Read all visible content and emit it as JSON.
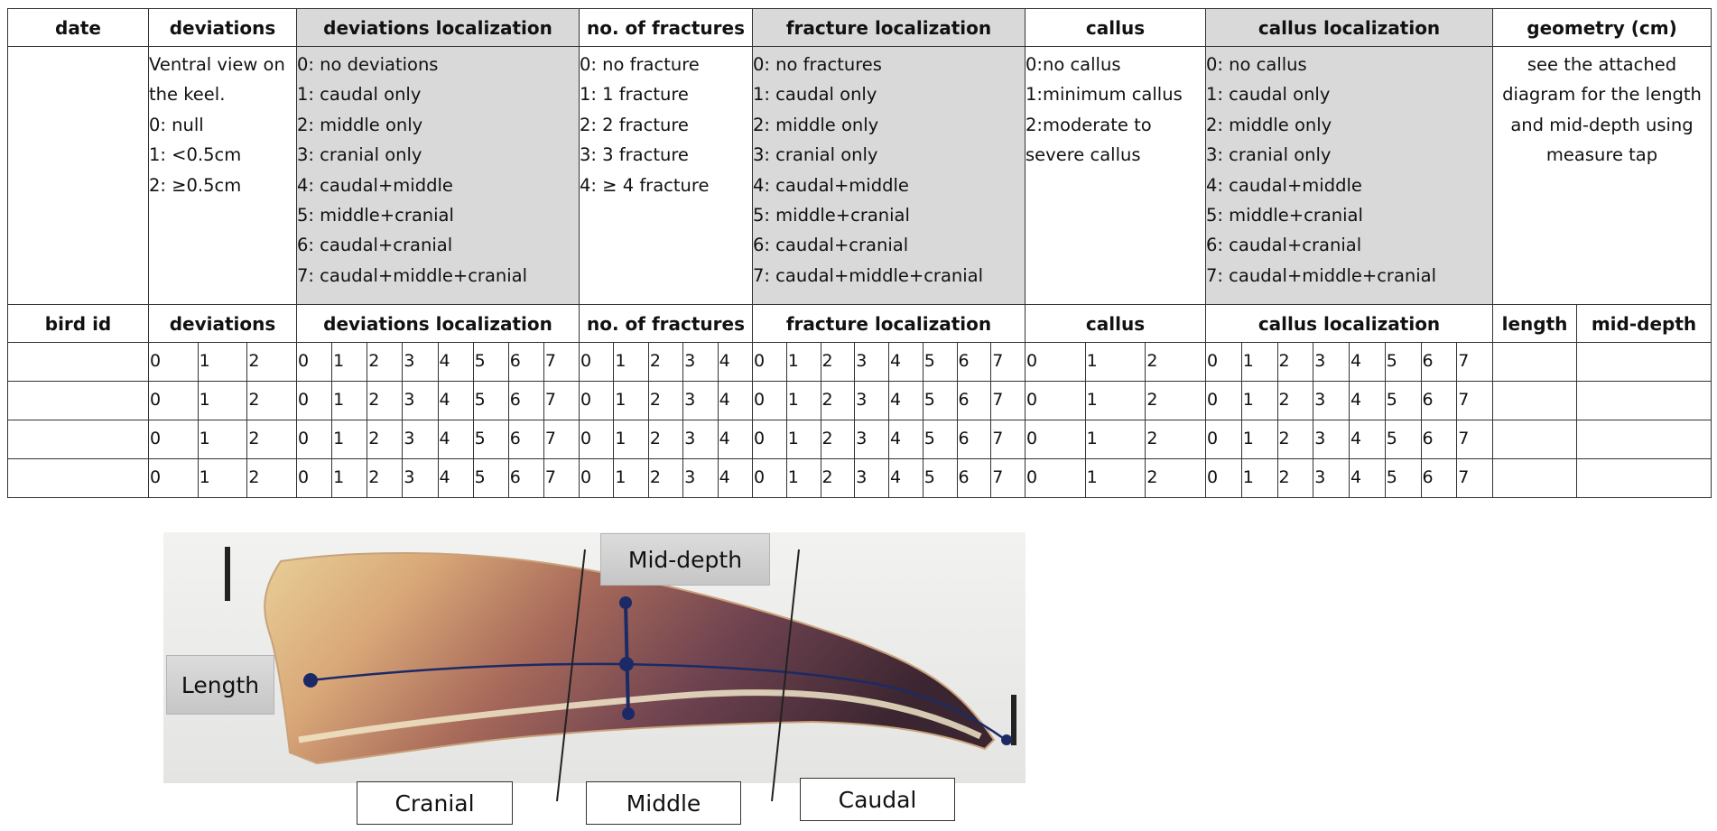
{
  "header_top": [
    "date",
    "deviations",
    "deviations localization",
    "no. of fractures",
    "fracture localization",
    "callus",
    "callus localization",
    "geometry (cm)"
  ],
  "legend": {
    "date": [],
    "deviations": [
      "Ventral view on the keel.",
      "0: null",
      "1: <0.5cm",
      "2: ≥0.5cm"
    ],
    "deviations_localization": [
      "0: no deviations",
      "1: caudal only",
      "2: middle only",
      "3: cranial only",
      "4: caudal+middle",
      "5: middle+cranial",
      "6: caudal+cranial",
      "7: caudal+middle+cranial"
    ],
    "no_of_fractures": [
      "0: no fracture",
      "1: 1 fracture",
      "2: 2 fracture",
      "3: 3 fracture",
      "4: ≥ 4 fracture"
    ],
    "fracture_localization": [
      "0: no fractures",
      "1: caudal only",
      "2: middle only",
      "3: cranial only",
      "4: caudal+middle",
      "5: middle+cranial",
      "6: caudal+cranial",
      "7: caudal+middle+cranial"
    ],
    "callus": [
      "0:no callus",
      "1:minimum callus",
      "2:moderate to severe callus"
    ],
    "callus_localization": [
      "0: no callus",
      "1: caudal only",
      "2: middle only",
      "3: cranial only",
      "4: caudal+middle",
      "5: middle+cranial",
      "6: caudal+cranial",
      "7: caudal+middle+cranial"
    ],
    "geometry": [
      "see the attached diagram for the length and mid-depth using measure tap"
    ]
  },
  "header_bottom": [
    "bird id",
    "deviations",
    "deviations localization",
    "no. of fractures",
    "fracture localization",
    "callus",
    "callus localization",
    "length",
    "mid-depth"
  ],
  "options": {
    "deviations": [
      "0",
      "1",
      "2"
    ],
    "deviations_localization": [
      "0",
      "1",
      "2",
      "3",
      "4",
      "5",
      "6",
      "7"
    ],
    "no_of_fractures": [
      "0",
      "1",
      "2",
      "3",
      "4"
    ],
    "fracture_localization": [
      "0",
      "1",
      "2",
      "3",
      "4",
      "5",
      "6",
      "7"
    ],
    "callus": [
      "0",
      "1",
      "2"
    ],
    "callus_localization": [
      "0",
      "1",
      "2",
      "3",
      "4",
      "5",
      "6",
      "7"
    ]
  },
  "diagram": {
    "mid_depth_label": "Mid-depth",
    "length_label": "Length",
    "cranial_label": "Cranial",
    "middle_label": "Middle",
    "caudal_label": "Caudal",
    "colors": {
      "measure_line": "#1b2a66",
      "label_gray": "#d0d0d0"
    }
  }
}
